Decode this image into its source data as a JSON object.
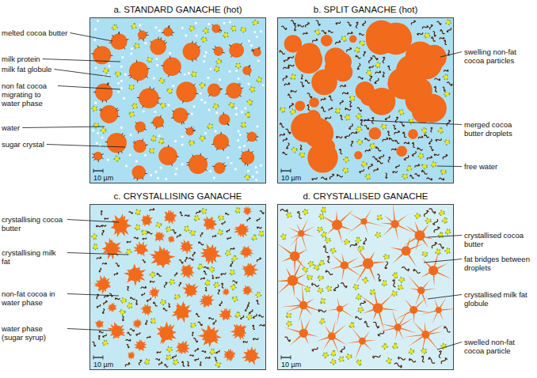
{
  "diagram": {
    "nodes": [
      {
        "text": [
          "a. STANDARD GANACHE (hot)",
          "10 µm"
        ]
      },
      {
        "text": [
          "b. SPLIT GANACHE (hot)",
          "10 µm"
        ]
      },
      {
        "text": [
          "c. CRYSTALLISING GANACHE",
          "10 µm"
        ]
      },
      {
        "text": [
          "d. CRYSTALLISED GANACHE",
          "10 µm"
        ]
      }
    ],
    "labels": [
      "melted cocoa butter",
      "milk protein",
      "milk fat globule",
      "non fat cocoa migrating to water phase",
      "water",
      "sugar crystal",
      "swelling non-fat cocoa particles",
      "merged cocoa butter droplets",
      "free water",
      "crystallising cocoa butter",
      "crystallising milk fat",
      "non-fat cocoa in water phase",
      "water phase (sugar syrup)",
      "crystallised cocoa butter",
      "fat bridges between droplets",
      "crystallised milk fat globule",
      "swelled non-fat cocoa particle"
    ]
  }
}
